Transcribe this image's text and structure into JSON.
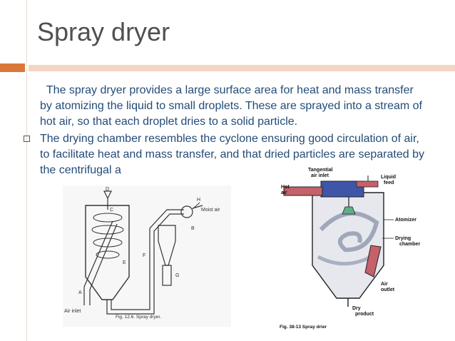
{
  "slide": {
    "title": "Spray dryer",
    "paragraph": "The spray dryer provides a large surface area for heat and mass transfer by atomizing the liquid to small droplets. These are sprayed into a stream of hot air, so that each droplet dries to a solid particle.",
    "bullet": "The drying chamber resembles the cyclone ensuring good circulation of air, to facilitate heat and mass transfer, and that dried particles are separated by the centrifugal a"
  },
  "figure_left": {
    "labels": {
      "d": "D",
      "c": "C",
      "h": "H",
      "moist_air": "Moist air",
      "b": "B",
      "f": "F",
      "e": "E",
      "g": "G",
      "a": "A",
      "air_inlet": "Air inlet"
    },
    "caption": "Fig. 12.6. Spray dryer."
  },
  "figure_right": {
    "labels": {
      "tangential_1": "Tangential",
      "tangential_2": "air inlet",
      "liquid_1": "Liquid",
      "liquid_2": "feed",
      "hot_1": "Hot",
      "hot_2": "air",
      "atomizer": "Atomizer",
      "drying_1": "Drying",
      "drying_2": "chamber",
      "air_outlet_1": "Air",
      "air_outlet_2": "outlet",
      "dry_1": "Dry",
      "dry_2": "product"
    },
    "caption": "Fig. 38-13  Spray drier"
  },
  "colors": {
    "title": "#4f4f4f",
    "body_text": "#244b78",
    "accent": "#d9773a",
    "accent_light": "#f3d6c3"
  }
}
